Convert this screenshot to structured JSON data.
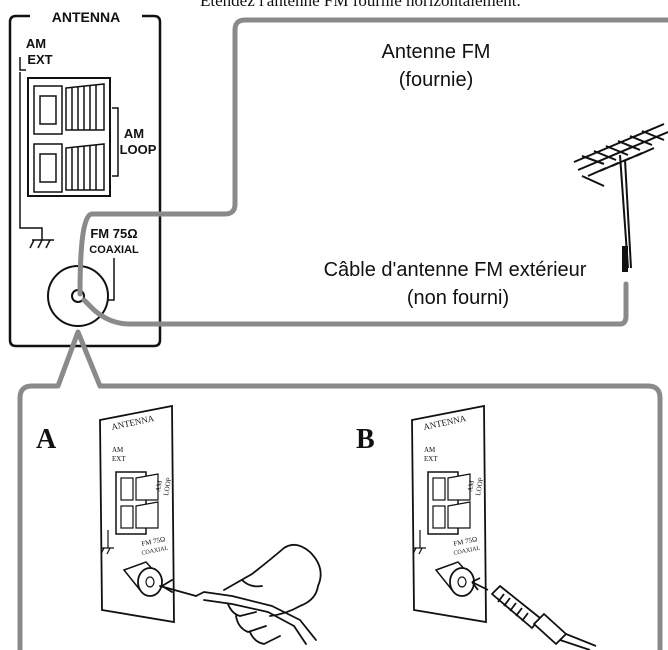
{
  "top_instruction": "Étendez l'antenne FM fournie horizontalement.",
  "fm_antenna_label": [
    "Antenne FM",
    "(fournie)"
  ],
  "outdoor_cable_label": [
    "Câble d'antenne FM extérieur",
    "(non fourni)"
  ],
  "panel": {
    "title": "ANTENNA",
    "am_ext": [
      "AM",
      "EXT"
    ],
    "am_loop": [
      "AM",
      "LOOP"
    ],
    "fm_label": "FM 75Ω",
    "coaxial": "COAXIAL"
  },
  "inset": {
    "label_a": "A",
    "label_b": "B",
    "mini_title": "ANTENNA",
    "mini_am_ext": [
      "AM",
      "EXT"
    ],
    "mini_am_loop": [
      "AM",
      "LOOP"
    ],
    "mini_fm": [
      "FM 75Ω",
      "COAXIAL"
    ]
  },
  "colors": {
    "cable": "#8a8a8a",
    "ink": "#111111"
  }
}
